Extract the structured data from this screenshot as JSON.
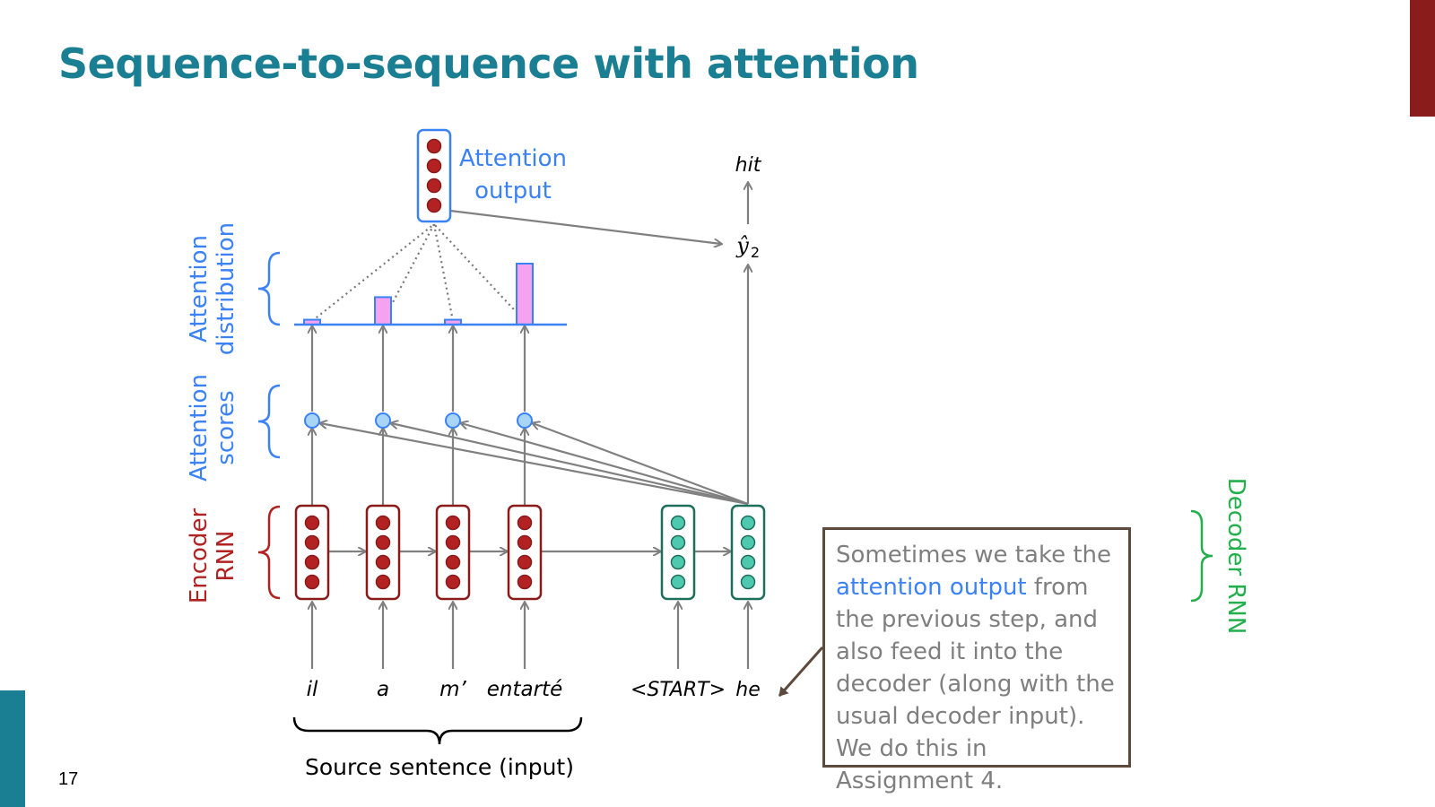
{
  "slide": {
    "title": "Sequence-to-sequence with attention",
    "page_number": "17"
  },
  "colors": {
    "title": "#1a7f92",
    "accent_top": "#8b1c1c",
    "accent_left": "#1a7f92",
    "encoder": "#b22222",
    "encoder_border": "#8b1a1a",
    "decoder": "#4ec9b0",
    "decoder_border": "#1e6e5c",
    "attention_blue": "#3b82f6",
    "attention_bar": "#f5a3f0",
    "decoder_label": "#22b04c",
    "arrow": "#808080",
    "callout_text": "#7f7f7f",
    "callout_border": "#5e4a3c"
  },
  "labels": {
    "attention_output": [
      "Attention",
      "output"
    ],
    "attention_distribution": [
      "Attention",
      "distribution"
    ],
    "attention_scores": [
      "Attention",
      "scores"
    ],
    "encoder_rnn": [
      "Encoder",
      "RNN"
    ],
    "decoder_rnn": "Decoder RNN",
    "source_sentence": "Source sentence (input)",
    "output_word": "hit",
    "y_hat": "ŷ",
    "y_hat_sub": "2"
  },
  "source_words": [
    "il",
    "a",
    "m’",
    "entarté"
  ],
  "decoder_words": [
    "<START>",
    "he"
  ],
  "attention_distribution_values": [
    0.08,
    0.45,
    0.08,
    1.0
  ],
  "callout": {
    "part1": "Sometimes we take the",
    "highlight": "attention output",
    "part2": "from the previous step, and also feed it into the decoder (along with the usual decoder input). We do this in Assignment 4."
  }
}
